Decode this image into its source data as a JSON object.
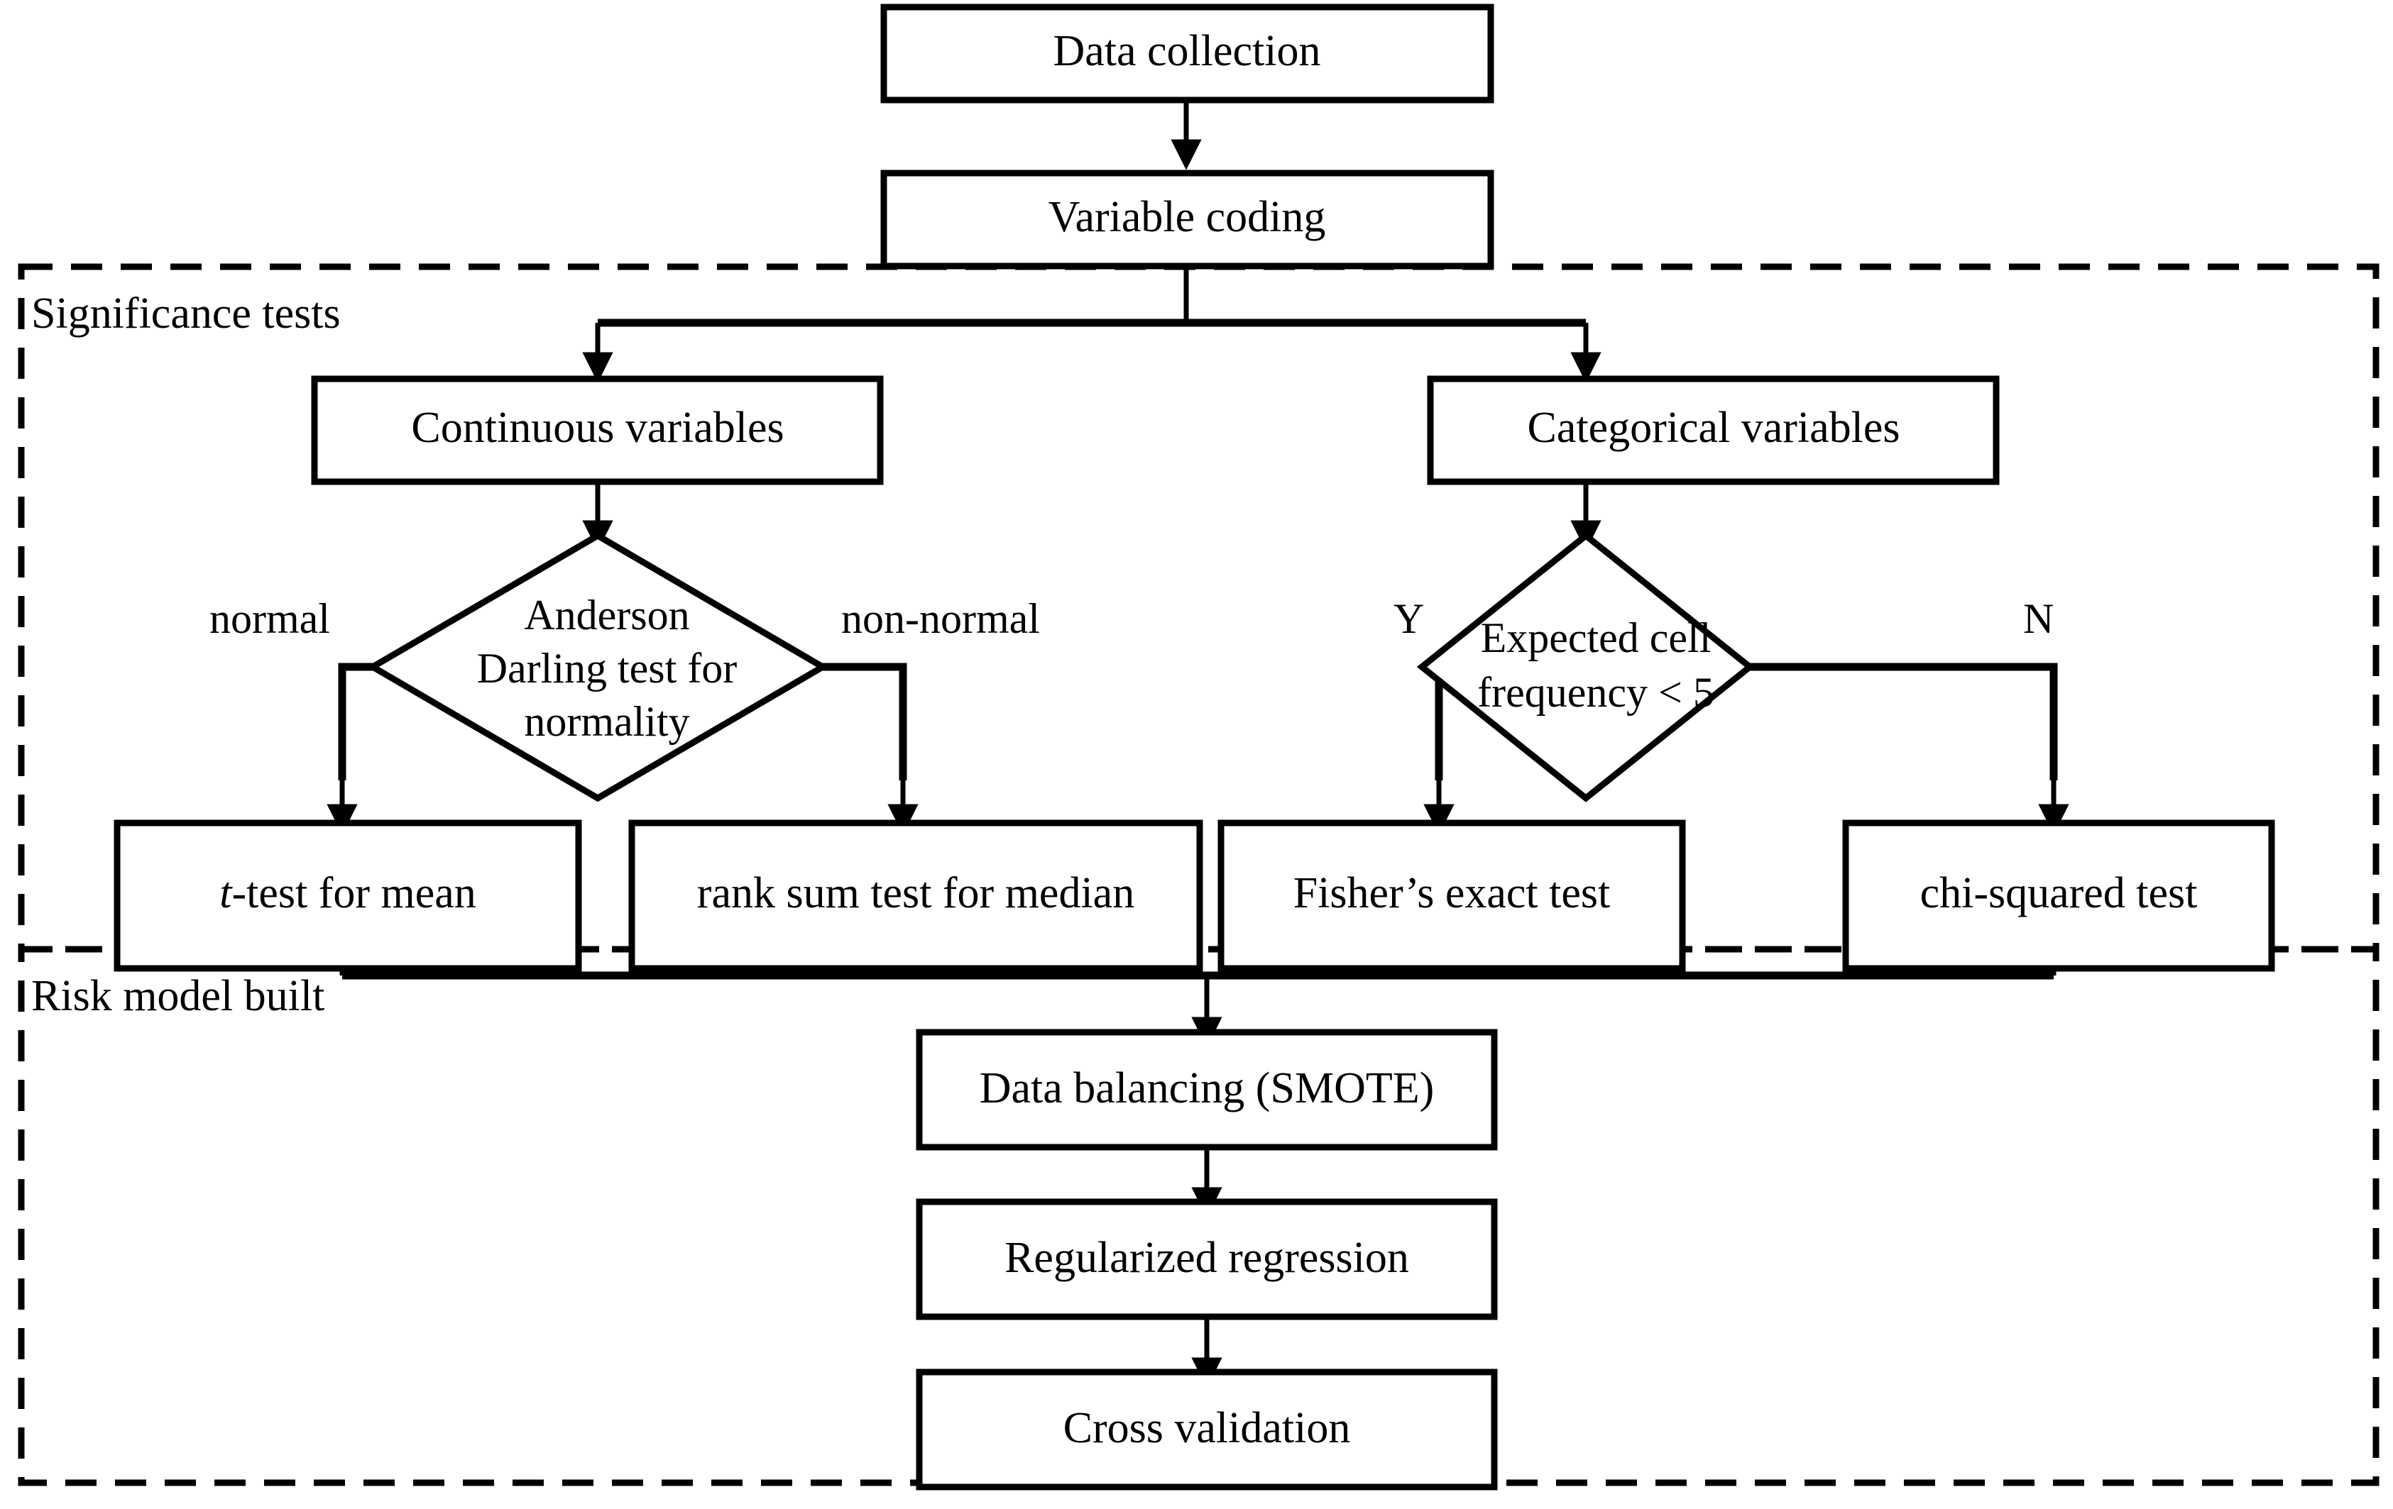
{
  "diagram": {
    "title": "Statistical analysis and risk model workflow",
    "background_color": "#ffffff",
    "line_color": "#000000",
    "groups": [
      {
        "id": "significance",
        "label": "Significance tests"
      },
      {
        "id": "risk",
        "label": "Risk model built"
      }
    ],
    "nodes": {
      "data_collection": "Data collection",
      "variable_coding": "Variable coding",
      "continuous_variables": "Continuous variables",
      "categorical_variables": "Categorical variables",
      "anderson_line1": "Anderson",
      "anderson_line2": "Darling test for",
      "anderson_line3": "normality",
      "expected_line1": "Expected cell",
      "expected_line2": "frequency < 5",
      "t_test_prefix": "t",
      "t_test_rest": "-test for mean",
      "rank_sum_test": "rank sum test for median",
      "fishers_exact_test": "Fisher’s exact test",
      "chi_squared_test": "chi-squared test",
      "data_balancing": "Data balancing (SMOTE)",
      "regularized_regression": "Regularized regression",
      "cross_validation": "Cross validation"
    },
    "edge_labels": {
      "normal": "normal",
      "non_normal": "non-normal",
      "yes": "Y",
      "no": "N"
    }
  }
}
